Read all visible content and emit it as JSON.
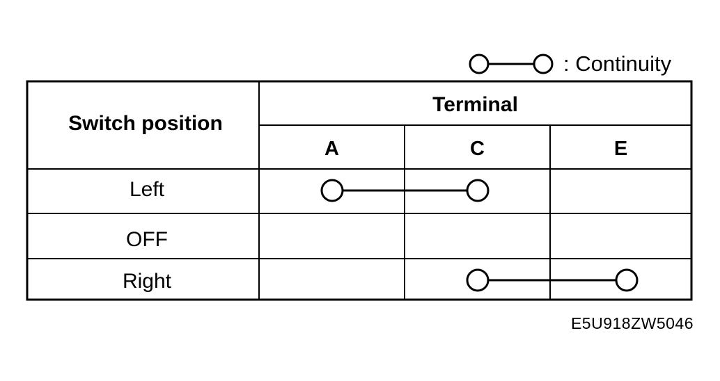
{
  "legend": {
    "label": ": Continuity",
    "icon": "continuity-symbol"
  },
  "table": {
    "header_switch": "Switch position",
    "header_terminal": "Terminal",
    "terminals": [
      "A",
      "C",
      "E"
    ],
    "rows": [
      {
        "position": "Left",
        "continuity": [
          "A",
          "C"
        ]
      },
      {
        "position": "OFF",
        "continuity": []
      },
      {
        "position": "Right",
        "continuity": [
          "C",
          "E"
        ]
      }
    ]
  },
  "figure_code": "E5U918ZW5046"
}
